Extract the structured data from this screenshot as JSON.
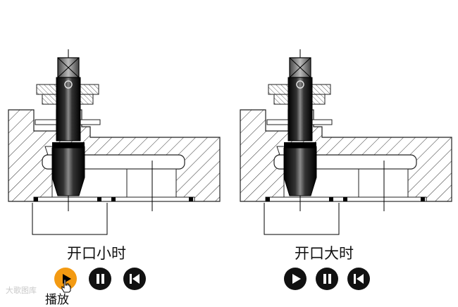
{
  "panels": [
    {
      "caption": "开口小时",
      "state": "small-opening"
    },
    {
      "caption": "开口大时",
      "state": "large-opening"
    }
  ],
  "controls": {
    "left": {
      "buttons": [
        "play-icon",
        "pause-icon",
        "skip-back-icon"
      ],
      "active": "play-icon",
      "hover_label": "播放"
    },
    "right": {
      "buttons": [
        "play-icon",
        "pause-icon",
        "skip-back-icon"
      ]
    }
  },
  "watermark": "大歌图库",
  "colors": {
    "accent": "#f39a12",
    "control": "#111111"
  }
}
